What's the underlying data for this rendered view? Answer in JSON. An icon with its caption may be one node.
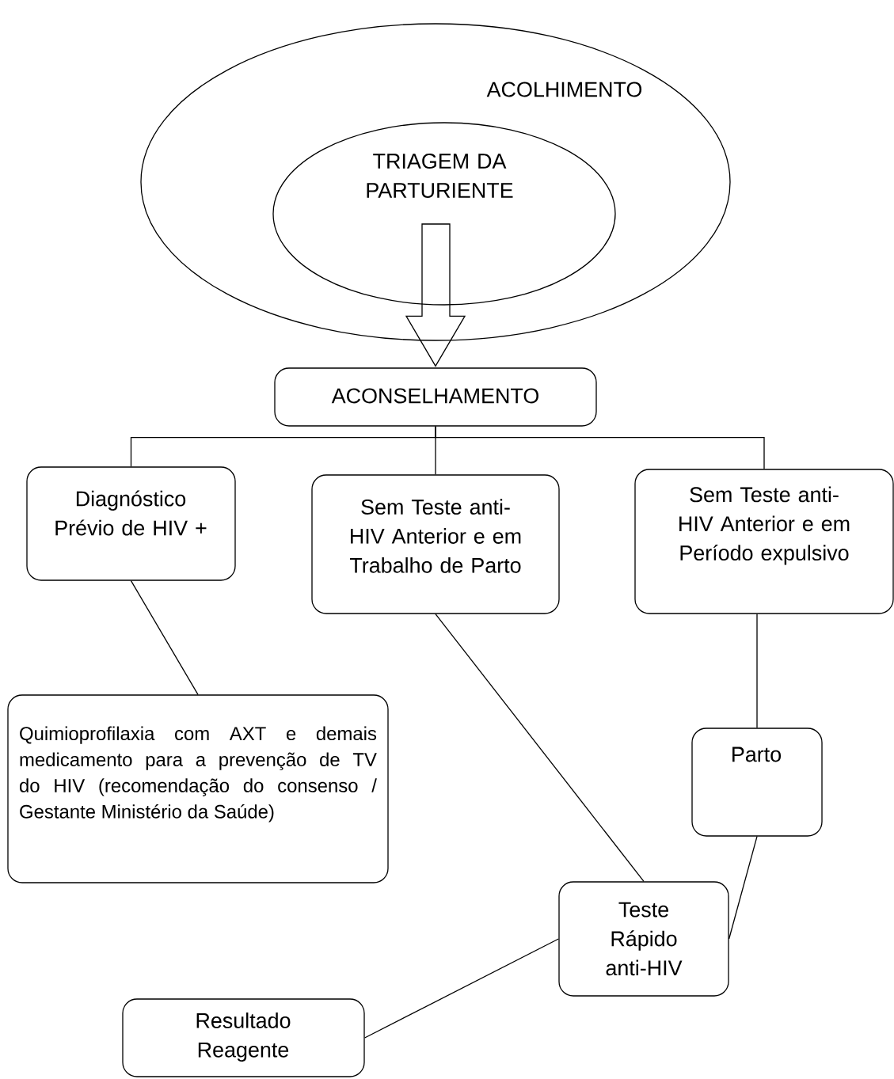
{
  "diagram": {
    "nodes": [
      {
        "text": [
          "ACOLHIMENTO"
        ]
      },
      {
        "text": [
          "TRIAGEM DA PARTURIENTE"
        ],
        "in": 0
      },
      {
        "text": [
          "ACONSELHAMENTO"
        ]
      },
      {
        "text": [
          "Diagnóstico Prévio de HIV +"
        ]
      },
      {
        "text": [
          "Sem Teste anti-HIV Anterior e em Trabalho de Parto"
        ]
      },
      {
        "text": [
          "Sem Teste anti-HIV Anterior e em Período expulsivo"
        ]
      },
      {
        "text": [
          "Quimioprofilaxia com AXT e demais medicamento para a prevenção de TV do HIV (recomendação do consenso / Gestante Ministério da Saúde)"
        ]
      },
      {
        "text": [
          "Parto"
        ]
      },
      {
        "text": [
          "Teste Rápido anti-HIV"
        ]
      },
      {
        "text": [
          "Resultado Reagente"
        ]
      }
    ],
    "edges": [
      {
        "from": 1,
        "to": 2,
        "arrow": "to"
      },
      {
        "from": 2,
        "to": 3,
        "arrow": "none"
      },
      {
        "from": 2,
        "to": 4,
        "arrow": "none"
      },
      {
        "from": 2,
        "to": 5,
        "arrow": "none"
      },
      {
        "from": 3,
        "to": 6,
        "arrow": "none"
      },
      {
        "from": 4,
        "to": 8,
        "arrow": "none"
      },
      {
        "from": 5,
        "to": 7,
        "arrow": "none"
      },
      {
        "from": 7,
        "to": 8,
        "arrow": "none"
      },
      {
        "from": 8,
        "to": 9,
        "arrow": "none"
      }
    ]
  }
}
